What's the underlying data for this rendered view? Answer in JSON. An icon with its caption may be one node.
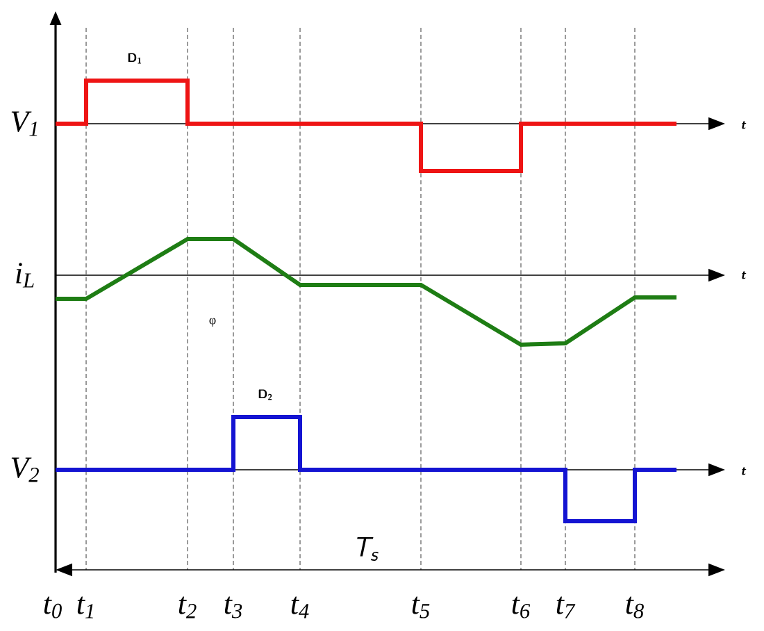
{
  "diagram": {
    "labels": [
      "D$_{1}$",
      "V$_{1}$",
      "t",
      "i$_{L}$",
      "t",
      "φ",
      "D$_{2}$",
      "V$_{2}$",
      "t",
      "T$_{s}$",
      "t$_{0}$",
      "t$_{1}$",
      "t$_{2}$",
      "t$_{3}$",
      "t$_{4}$",
      "t$_{5}$",
      "t$_{6}$",
      "t$_{7}$",
      "t$_{8}$"
    ]
  }
}
